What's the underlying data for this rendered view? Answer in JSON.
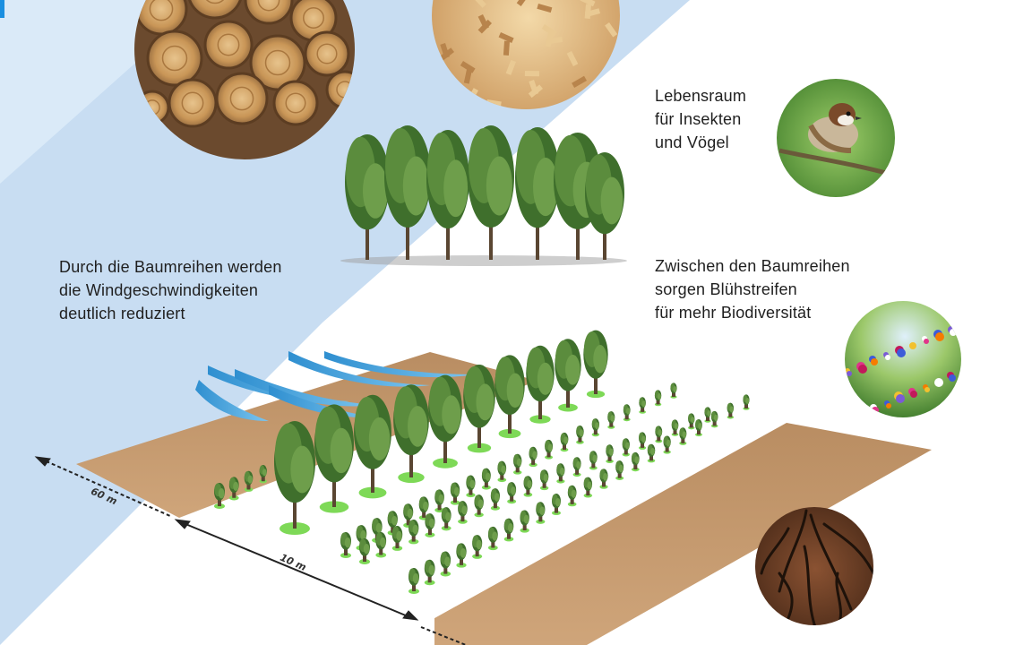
{
  "captions": {
    "wind": "Durch die Baumreihen werden\ndie Windgeschwindigkeiten\ndeutlich reduziert",
    "habitat": "Lebensraum\nfür Insekten\nund Vögel",
    "flower_strips": "Zwischen den Baumreihen\nsorgen Blühstreifen\nfür mehr Biodiversität"
  },
  "dimensions": {
    "field_depth": "60 m",
    "row_spacing": "10 m"
  },
  "images": {
    "log_pile": "stacked-firewood-logs",
    "wood_chips": "wood-chips",
    "bird": "sparrow-on-branch",
    "wildflowers": "wildflower-meadow",
    "roots": "tree-roots-in-soil"
  },
  "colors": {
    "sky_blue": "#c7dcf2",
    "light_blue": "#dcebf8",
    "soil": "#c49a6c",
    "grass_patch": "#7ed957",
    "tree_green": "#4f7f3a",
    "wind": "#3ba3dc"
  }
}
